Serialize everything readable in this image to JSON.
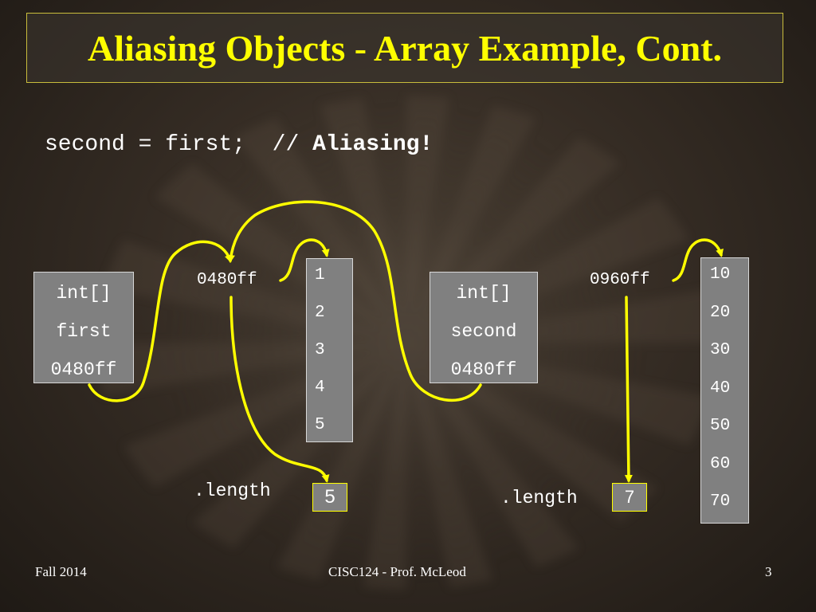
{
  "title": "Aliasing Objects - Array Example, Cont.",
  "code": {
    "statement": "second = first;  // ",
    "comment_bold": "Aliasing!"
  },
  "var_first": {
    "type": "int[]",
    "name": "first",
    "value": "0480ff"
  },
  "var_second": {
    "type": "int[]",
    "name": "second",
    "value": "0480ff"
  },
  "array_a": {
    "address": "0480ff",
    "items": [
      "1",
      "2",
      "3",
      "4",
      "5"
    ],
    "length_label": ".length",
    "length": "5"
  },
  "array_b": {
    "address": "0960ff",
    "items": [
      "10",
      "20",
      "30",
      "40",
      "50",
      "60",
      "70"
    ],
    "length_label": ".length",
    "length": "7"
  },
  "footer": {
    "left": "Fall 2014",
    "center": "CISC124 - Prof. McLeod",
    "page": "3"
  },
  "colors": {
    "title": "#ffff00",
    "arrow": "#ffff00",
    "box": "#808080"
  }
}
